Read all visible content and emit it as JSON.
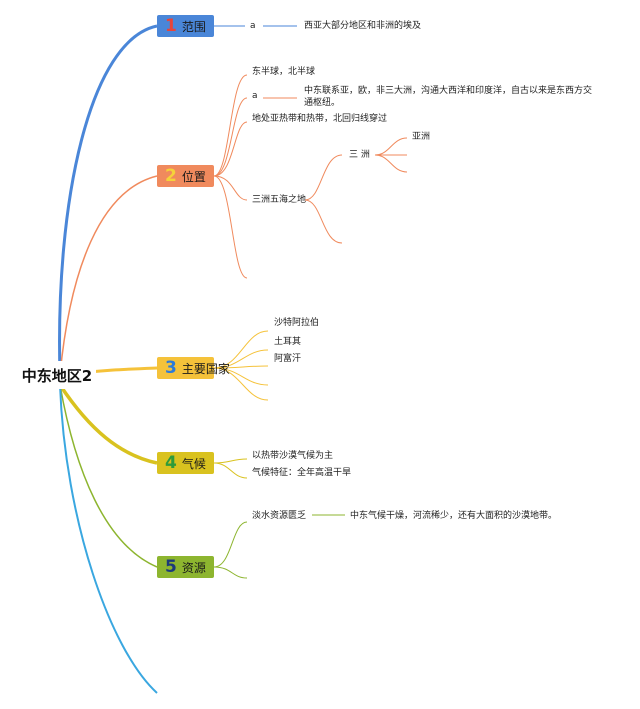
{
  "root": {
    "label": "中东地区2"
  },
  "colors": {
    "range": "#4a86d8",
    "location": "#f08a5d",
    "countries": "#f5c23a",
    "climate": "#d9c21f",
    "resources": "#8db52f",
    "extra": "#3aa7e0"
  },
  "topics": [
    {
      "num": "1",
      "label": "范围",
      "numColor": "#e8443a"
    },
    {
      "num": "2",
      "label": "位置",
      "numColor": "#f5d23a"
    },
    {
      "num": "3",
      "label": "主要国家",
      "numColor": "#2d7bd8"
    },
    {
      "num": "4",
      "label": "气候",
      "numColor": "#2e9b3a"
    },
    {
      "num": "5",
      "label": "资源",
      "numColor": "#1c3a7a"
    }
  ],
  "range": {
    "marker": "a",
    "note": "西亚大部分地区和非洲的埃及"
  },
  "location": {
    "hemisphere": "东半球，北半球",
    "marker": "a",
    "note": "中东联系亚，欧，非三大洲，沟通大西洋和印度洋，自古以来是东西方交通枢纽。",
    "zone": "地处亚热带和热带，北回归线穿过",
    "seas": "三洲五海之地",
    "continents": "三 洲",
    "asia": "亚洲"
  },
  "countries": {
    "items": [
      "沙特阿拉伯",
      "土耳其",
      "阿富汗"
    ]
  },
  "climate": {
    "items": [
      "以热带沙漠气候为主",
      "气候特征：全年高温干旱"
    ]
  },
  "resources": {
    "water": "淡水资源匮乏",
    "note": "中东气候干燥，河流稀少，还有大面积的沙漠地带。"
  }
}
